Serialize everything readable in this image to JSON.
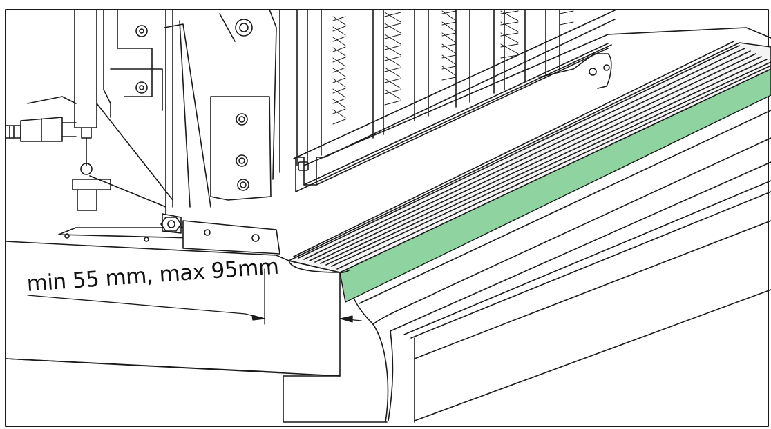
{
  "diagram": {
    "dimension_label": "min 55 mm, max 95mm",
    "colors": {
      "line": "#1a1a1a",
      "highlight": "#8fd4a0",
      "background": "#ffffff",
      "metal_shade": "#e8e8e8"
    },
    "parts": [
      "hydraulic-cylinder",
      "mounting-bracket",
      "ribbed-rail",
      "green-edge-strip",
      "curved-profile",
      "side-panel",
      "grille-panel",
      "channel-profile",
      "hinge-plate",
      "pneumatic-fitting",
      "dimension-arrow"
    ]
  }
}
